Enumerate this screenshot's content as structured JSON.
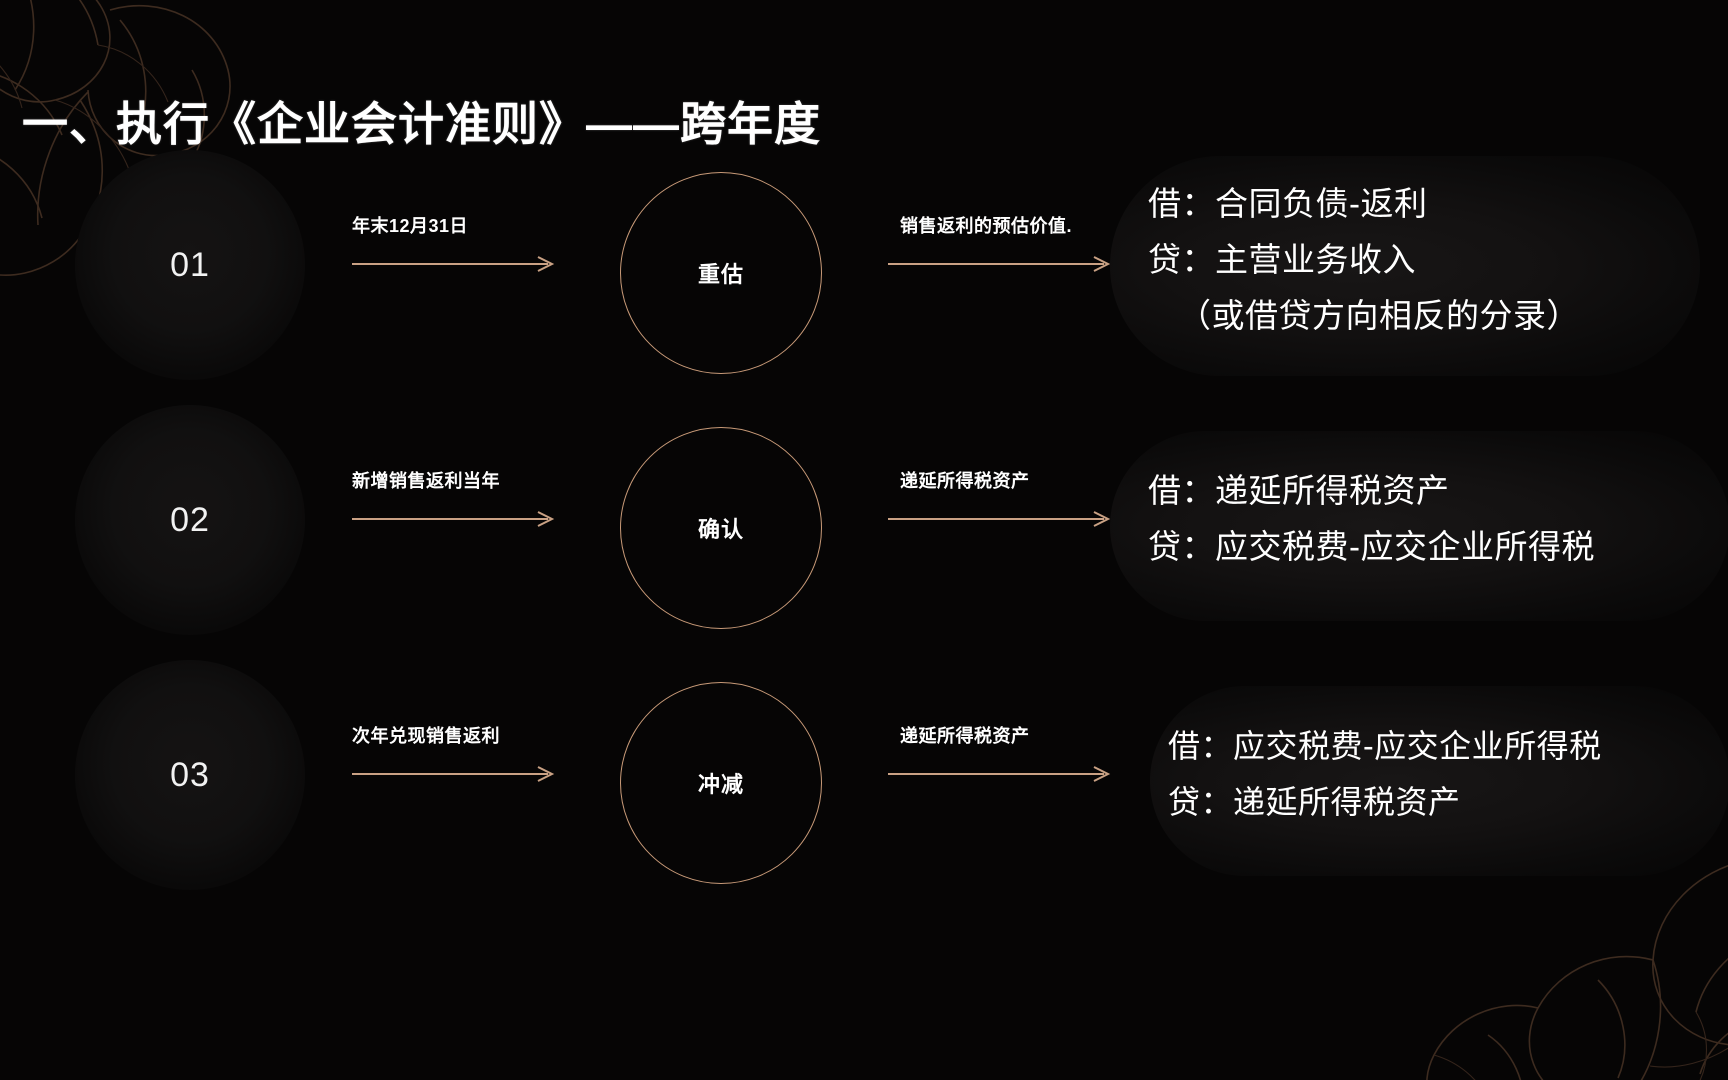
{
  "slide": {
    "title": "一、执行《企业会计准则》——跨年度",
    "theme": {
      "background": "#060505",
      "accent": "#c89a78",
      "text": "#ffffff"
    },
    "decor": {
      "top_left": "magnolia-line-art",
      "bottom_right": "magnolia-line-art"
    }
  },
  "rows": [
    {
      "number": "01",
      "left_caption": "年末12月31日",
      "node_label": "重估",
      "right_caption": "销售返利的预估价值.",
      "entries": [
        "借：合同负债-返利",
        "贷：主营业务收入",
        "（或借贷方向相反的分录）"
      ]
    },
    {
      "number": "02",
      "left_caption": "新增销售返利当年",
      "node_label": "确认",
      "right_caption": "递延所得税资产",
      "entries": [
        "借：递延所得税资产",
        "贷：应交税费-应交企业所得税"
      ]
    },
    {
      "number": "03",
      "left_caption": "次年兑现销售返利",
      "node_label": "冲减",
      "right_caption": "递延所得税资产",
      "entries": [
        "借：应交税费-应交企业所得税",
        "贷：递延所得税资产"
      ]
    }
  ]
}
